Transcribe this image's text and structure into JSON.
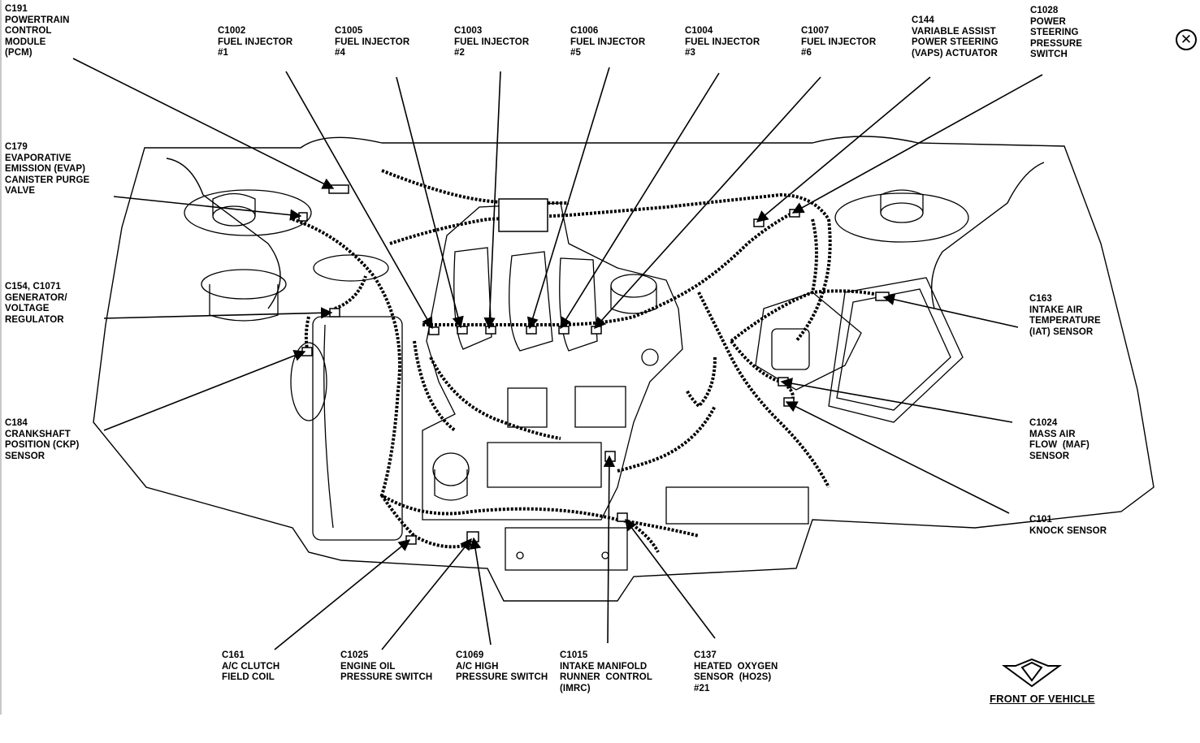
{
  "close_icon": "close-icon",
  "front_of_vehicle": "FRONT OF VEHICLE",
  "labels": [
    {
      "id": "c191",
      "text": "C191\nPOWERTRAIN\nCONTROL\nMODULE\n(PCM)"
    },
    {
      "id": "c1002",
      "text": "C1002\nFUEL INJECTOR\n#1"
    },
    {
      "id": "c1005",
      "text": "C1005\nFUEL INJECTOR\n#4"
    },
    {
      "id": "c1003",
      "text": "C1003\nFUEL INJECTOR\n#2"
    },
    {
      "id": "c1006",
      "text": "C1006\nFUEL INJECTOR\n#5"
    },
    {
      "id": "c1004",
      "text": "C1004\nFUEL INJECTOR\n#3"
    },
    {
      "id": "c1007",
      "text": "C1007\nFUEL INJECTOR\n#6"
    },
    {
      "id": "c144",
      "text": "C144\nVARIABLE ASSIST\nPOWER STEERING\n(VAPS) ACTUATOR"
    },
    {
      "id": "c1028",
      "text": "C1028\nPOWER\nSTEERING\nPRESSURE\nSWITCH"
    },
    {
      "id": "c179",
      "text": "C179\nEVAPORATIVE\nEMISSION (EVAP)\nCANISTER PURGE\nVALVE"
    },
    {
      "id": "c154",
      "text": "C154, C1071\nGENERATOR/\nVOLTAGE\nREGULATOR"
    },
    {
      "id": "c184",
      "text": "C184\nCRANKSHAFT\nPOSITION (CKP)\nSENSOR"
    },
    {
      "id": "c163",
      "text": "C163\nINTAKE AIR\nTEMPERATURE\n(IAT) SENSOR"
    },
    {
      "id": "c1024",
      "text": "C1024\nMASS AIR\nFLOW  (MAF)\nSENSOR"
    },
    {
      "id": "c101",
      "text": "C101\nKNOCK SENSOR"
    },
    {
      "id": "c161",
      "text": "C161\nA/C CLUTCH\nFIELD COIL"
    },
    {
      "id": "c1025",
      "text": "C1025\nENGINE OIL\nPRESSURE SWITCH"
    },
    {
      "id": "c1069",
      "text": "C1069\nA/C HIGH\nPRESSURE SWITCH"
    },
    {
      "id": "c1015",
      "text": "C1015\nINTAKE MANIFOLD\nRUNNER  CONTROL\n(IMRC)"
    },
    {
      "id": "c137",
      "text": "C137\nHEATED  OXYGEN\nSENSOR  (HO2S)\n#21"
    }
  ]
}
